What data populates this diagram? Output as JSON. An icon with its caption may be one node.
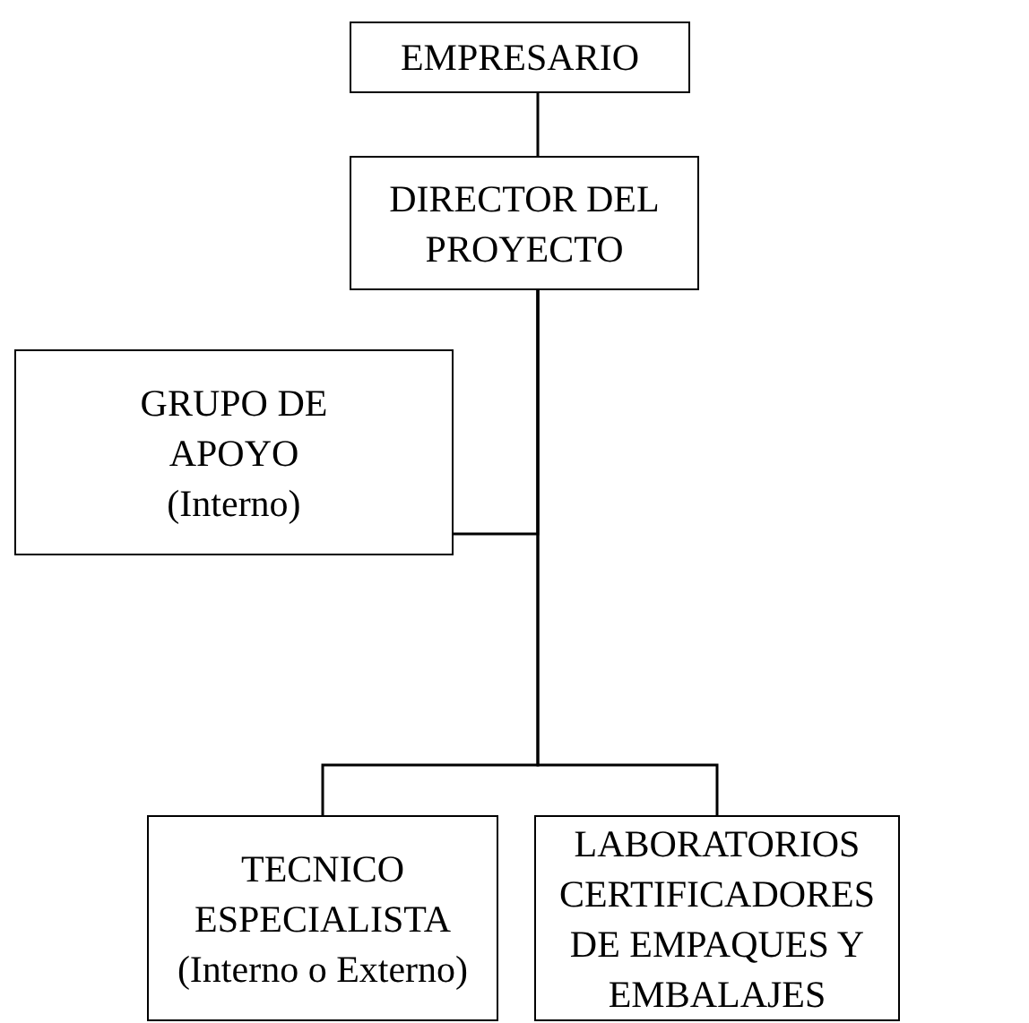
{
  "diagram": {
    "nodes": [
      {
        "text": [
          "EMPRESARIO"
        ]
      },
      {
        "text": [
          "DIRECTOR DEL PROYECTO"
        ]
      },
      {
        "text": [
          "GRUPO DE APOYO (Interno)"
        ]
      },
      {
        "text": [
          "TECNICO ESPECIALISTA (Interno o Externo)"
        ]
      },
      {
        "text": [
          "LABORATORIOS CERTIFICADORES DE EMPAQUES Y EMBALAJES"
        ]
      }
    ],
    "edges": [
      {
        "from": 0,
        "to": 1,
        "arrow": "none"
      },
      {
        "from": 1,
        "to": 2,
        "arrow": "none"
      },
      {
        "from": 1,
        "to": 3,
        "arrow": "none"
      },
      {
        "from": 1,
        "to": 4,
        "arrow": "none"
      }
    ]
  }
}
